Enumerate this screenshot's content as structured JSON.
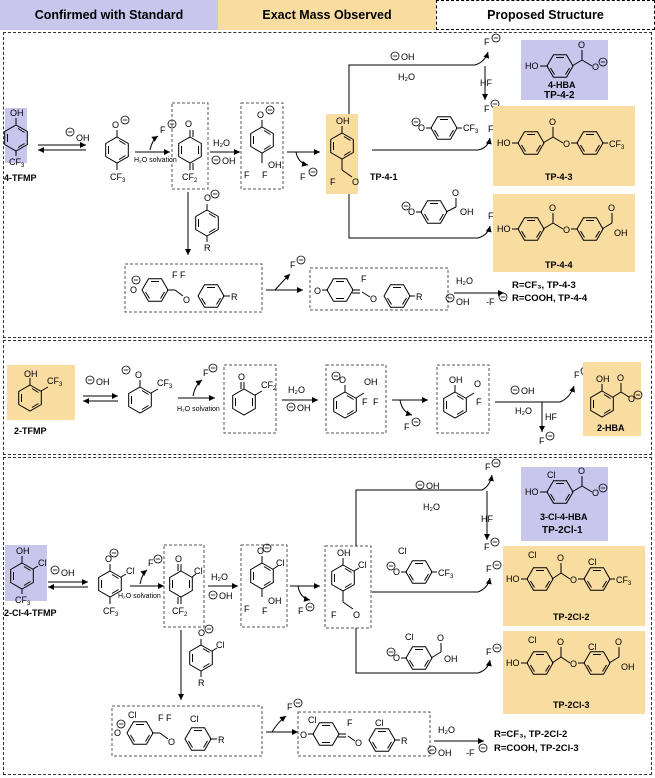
{
  "header": {
    "confirmed": "Confirmed with Standard",
    "exact_mass": "Exact Mass Observed",
    "proposed": "Proposed Structure"
  },
  "colors": {
    "confirmed": "#c9c6ee",
    "exact_mass": "#f9dca0",
    "proposed": "#ffffff"
  },
  "panel1": {
    "start": "4-TFMP",
    "reagent_oh": "OH",
    "solvation": "H₂O solvation",
    "h2o": "H₂O",
    "f_anion": "F",
    "hf": "HF",
    "tp1": "TP-4-1",
    "hba": "4-HBA",
    "tp2": "TP-4-2",
    "tp3": "TP-4-3",
    "tp4": "TP-4-4",
    "r_label": "R",
    "minus_f": "-F",
    "r_cf3": "R=CF₃, TP-4-3",
    "r_cooh": "R=COOH, TP-4-4"
  },
  "panel2": {
    "start": "2-TFMP",
    "reagent_oh": "OH",
    "solvation": "H₂O solvation",
    "h2o": "H₂O",
    "hf": "HF",
    "f_anion": "F",
    "product": "2-HBA"
  },
  "panel3": {
    "start": "2-Cl-4-TFMP",
    "reagent_oh": "OH",
    "solvation": "H₂O solvation",
    "h2o": "H₂O",
    "hf": "HF",
    "f_anion": "F",
    "hba": "3-Cl-4-HBA",
    "tp1": "TP-2Cl-1",
    "tp2": "TP-2Cl-2",
    "tp3": "TP-2Cl-3",
    "r_label": "R",
    "minus_f": "-F",
    "r_cf3": "R=CF₃, TP-2Cl-2",
    "r_cooh": "R=COOH, TP-2Cl-3"
  }
}
